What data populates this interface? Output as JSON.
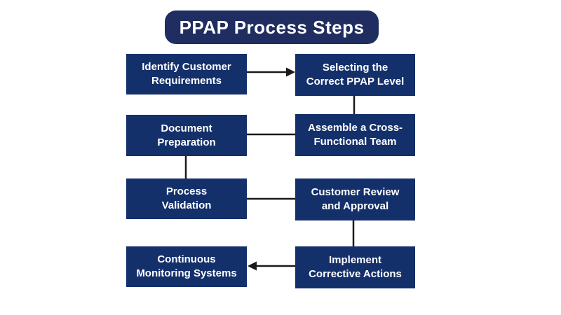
{
  "title": "PPAP Process Steps",
  "colors": {
    "node_fill": "#14306b",
    "title_fill": "#1f2d60",
    "text": "#ffffff",
    "connector": "#1a1a1a",
    "background": "#ffffff"
  },
  "flow": {
    "boxes": [
      {
        "id": "identify-customer-requirements",
        "line1": "Identify Customer",
        "line2": "Requirements"
      },
      {
        "id": "selecting-correct-ppap-level",
        "line1": "Selecting the",
        "line2": "Correct PPAP Level"
      },
      {
        "id": "document-preparation",
        "line1": "Document",
        "line2": "Preparation"
      },
      {
        "id": "assemble-cross-functional-team",
        "line1": "Assemble a Cross-",
        "line2": "Functional Team"
      },
      {
        "id": "process-validation",
        "line1": "Process",
        "line2": "Validation"
      },
      {
        "id": "customer-review-and-approval",
        "line1": "Customer Review",
        "line2": "and Approval"
      },
      {
        "id": "continuous-monitoring-systems",
        "line1": "Continuous",
        "line2": "Monitoring Systems"
      },
      {
        "id": "implement-corrective-actions",
        "line1": "Implement",
        "line2": "Corrective Actions"
      }
    ],
    "connectors": [
      {
        "from": "identify-customer-requirements",
        "to": "selecting-correct-ppap-level",
        "type": "arrow-right"
      },
      {
        "from": "selecting-correct-ppap-level",
        "to": "assemble-cross-functional-team",
        "type": "vertical-line"
      },
      {
        "from": "document-preparation",
        "to": "assemble-cross-functional-team",
        "type": "horizontal-line"
      },
      {
        "from": "document-preparation",
        "to": "process-validation",
        "type": "vertical-line"
      },
      {
        "from": "process-validation",
        "to": "customer-review-and-approval",
        "type": "horizontal-line"
      },
      {
        "from": "customer-review-and-approval",
        "to": "implement-corrective-actions",
        "type": "vertical-line"
      },
      {
        "from": "implement-corrective-actions",
        "to": "continuous-monitoring-systems",
        "type": "arrow-left"
      }
    ]
  }
}
